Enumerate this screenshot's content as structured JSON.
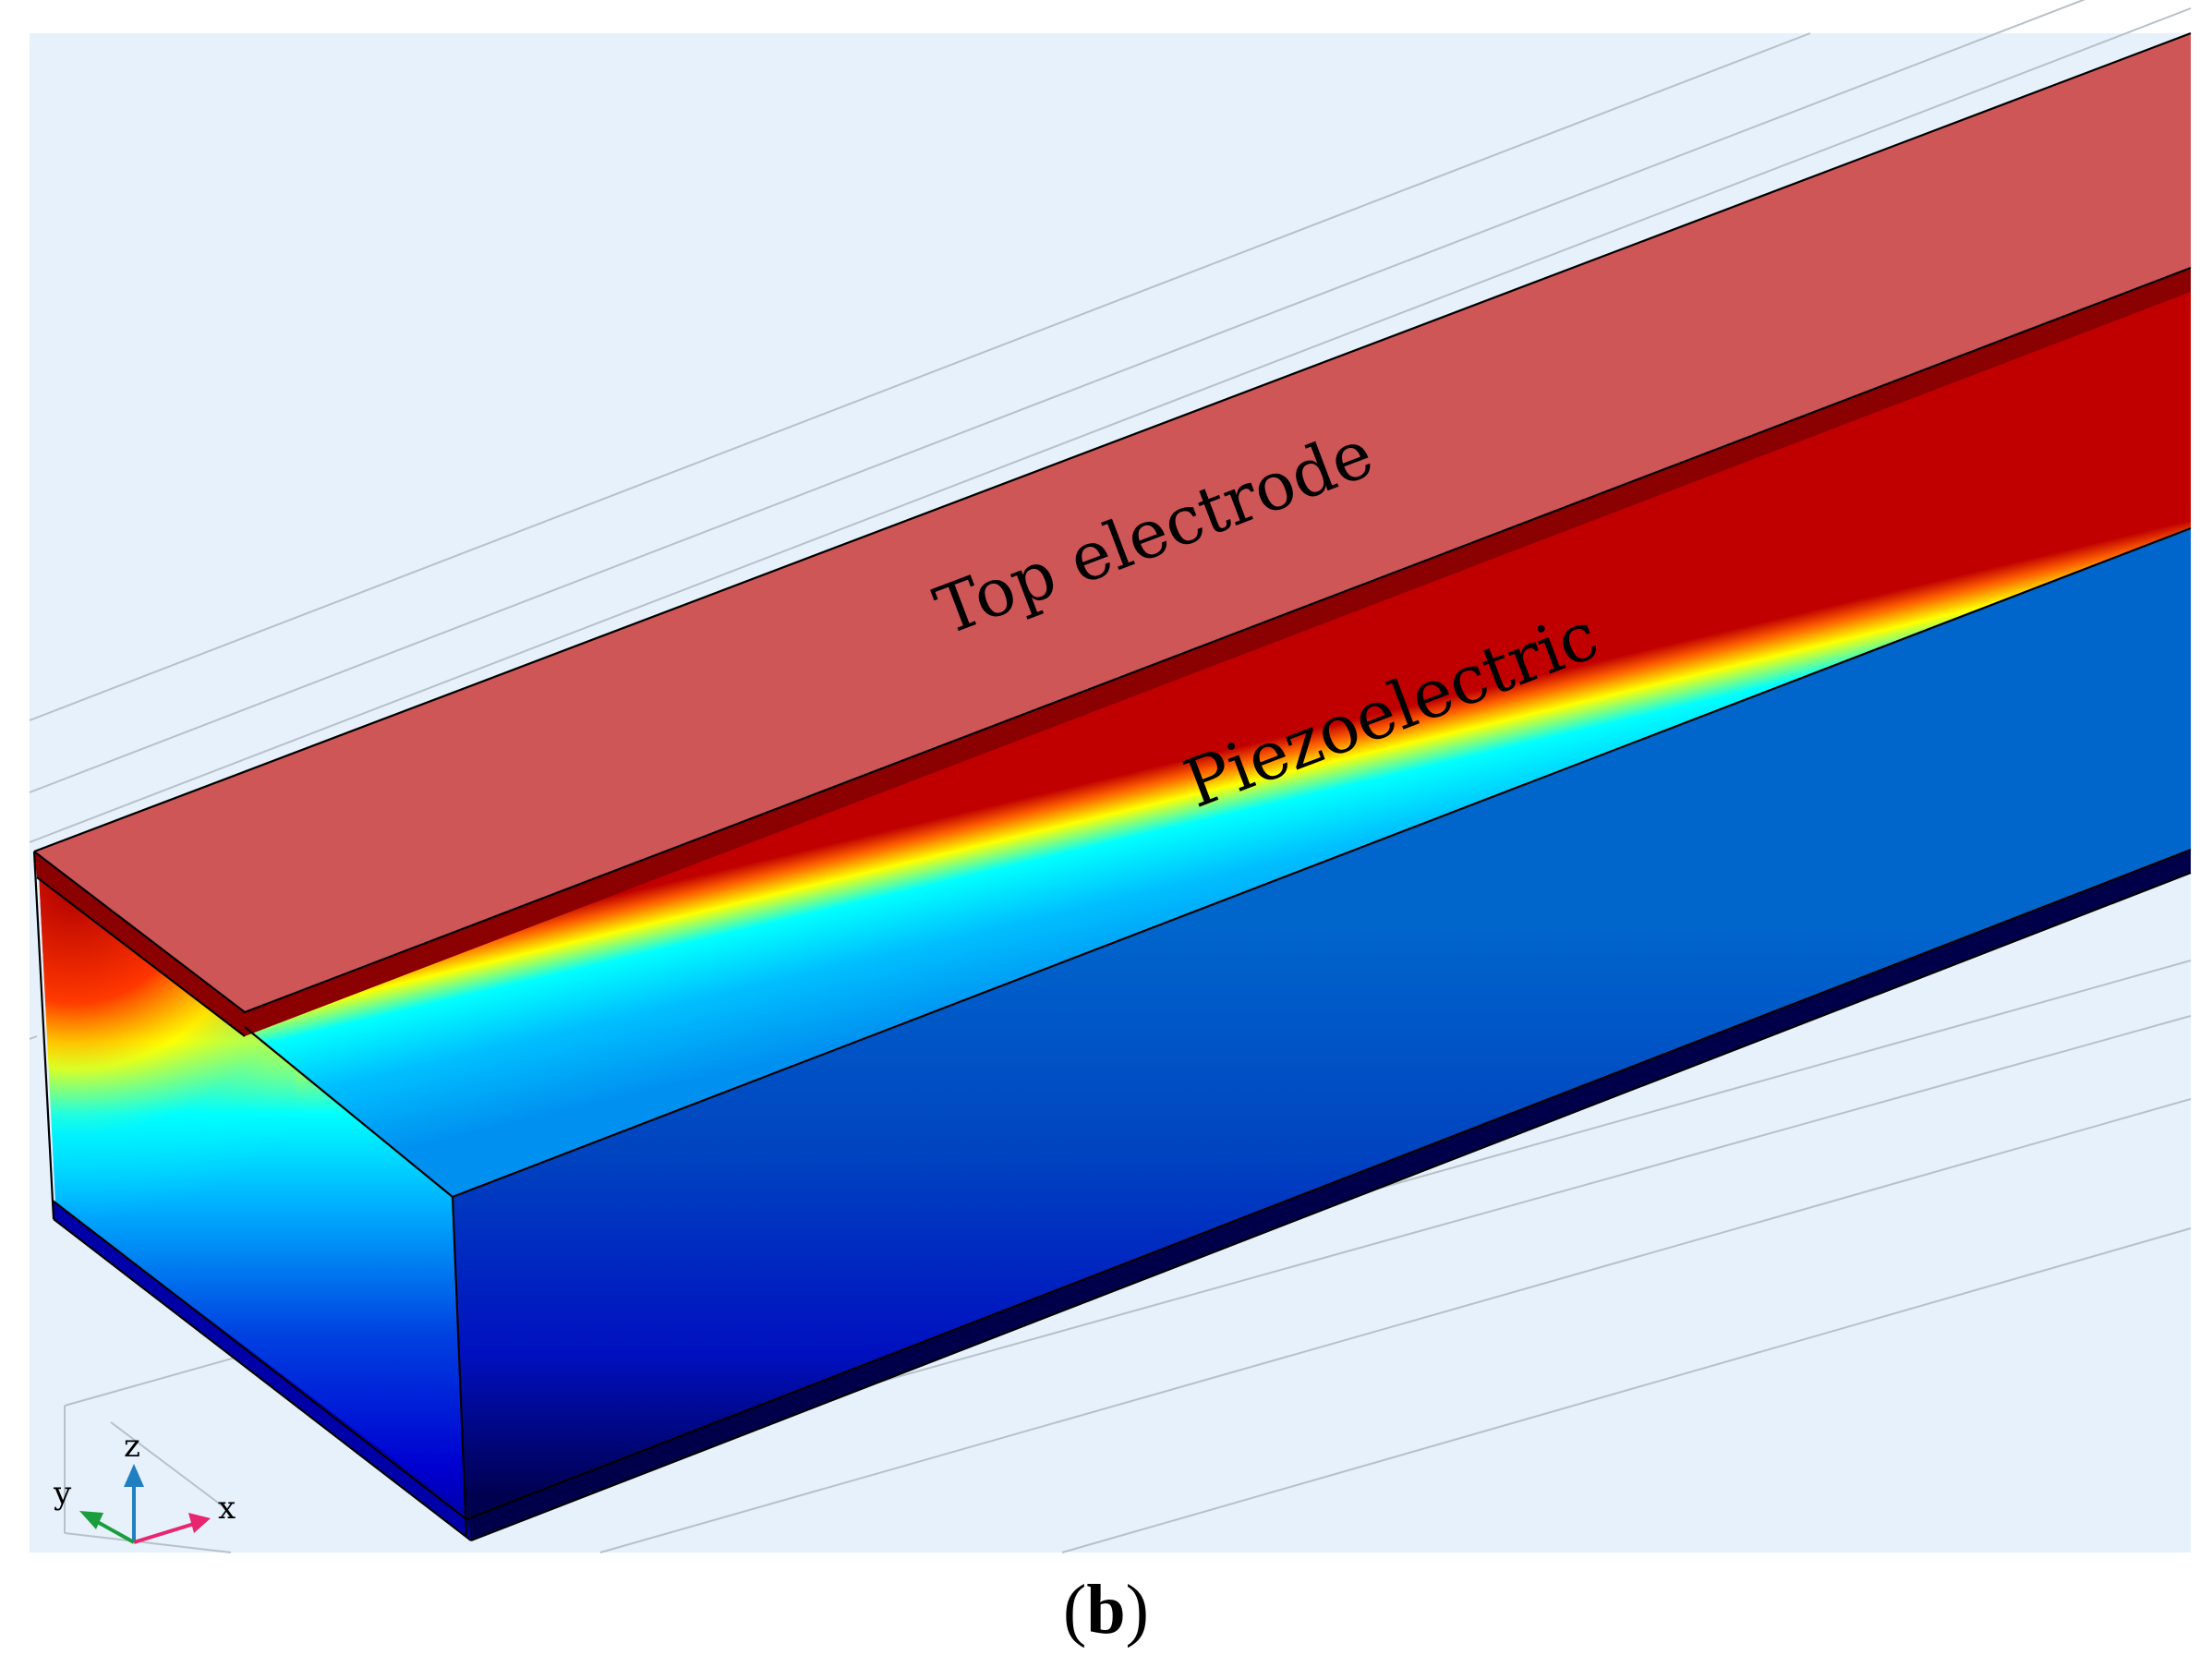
{
  "labels": {
    "top_electrode": "Top electrode",
    "piezoelectric": "Piezoelectric"
  },
  "axes": {
    "x": "x",
    "y": "y",
    "z": "z"
  },
  "caption": {
    "open": "(",
    "letter": "b",
    "close": ")"
  },
  "colors": {
    "background": "#e6f1fc",
    "electrode": "#cf5656",
    "electrode_edge": "#8b0000",
    "axis_x": "#e8256f",
    "axis_y": "#1a9e3c",
    "axis_z": "#1f7fc0"
  },
  "colormap": [
    "#000060",
    "#0000c8",
    "#0050e0",
    "#00c0ff",
    "#00ffff",
    "#ffff00",
    "#ff6000",
    "#c00000"
  ]
}
